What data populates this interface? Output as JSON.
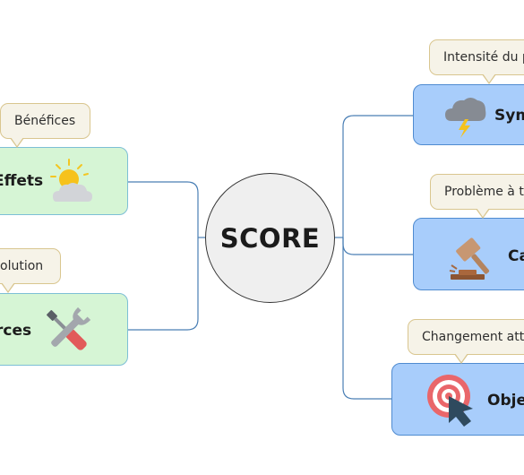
{
  "center": {
    "title": "SCORE"
  },
  "left_nodes": [
    {
      "label": "Effets",
      "icon": "sun-cloud-icon",
      "callout": "Bénéfices"
    },
    {
      "label": "rces",
      "icon": "tools-icon",
      "callout": "olution"
    }
  ],
  "right_nodes": [
    {
      "label": "Sym",
      "icon": "storm-cloud-icon",
      "callout": "Intensité du p"
    },
    {
      "label": "Ca",
      "icon": "gavel-icon",
      "callout": "Problème à t"
    },
    {
      "label": "Obje",
      "icon": "target-icon",
      "callout": "Changement atte"
    }
  ],
  "colors": {
    "left_node_fill": "#d6f5d5",
    "right_node_fill": "#a8cdfb",
    "connector": "#4a7fb5",
    "callout_fill": "#f6f3e8",
    "callout_border": "#d9c68f"
  }
}
